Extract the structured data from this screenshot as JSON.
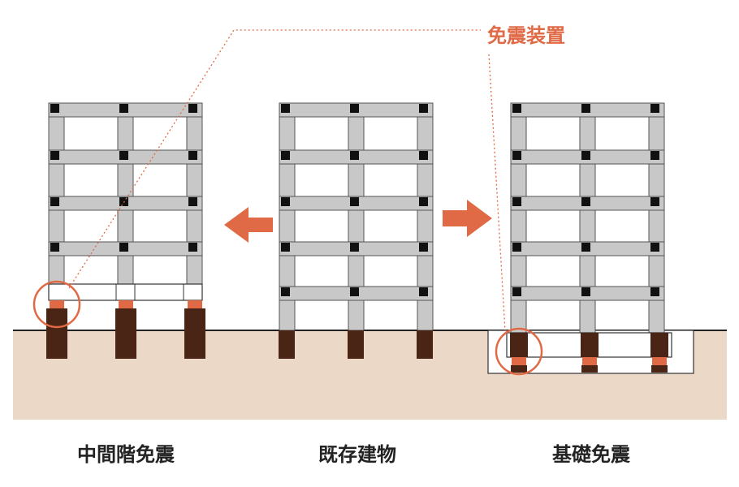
{
  "callout_label": "免震装置",
  "labels": {
    "left": "中間階免震",
    "center": "既存建物",
    "right": "基礎免震"
  },
  "colors": {
    "ground": "#ecd8c6",
    "frame": "#c8c8c8",
    "frame_stroke": "#555555",
    "joint": "#111111",
    "pile": "#4a2414",
    "isolator": "#e06a45",
    "arrow": "#e06a45"
  }
}
